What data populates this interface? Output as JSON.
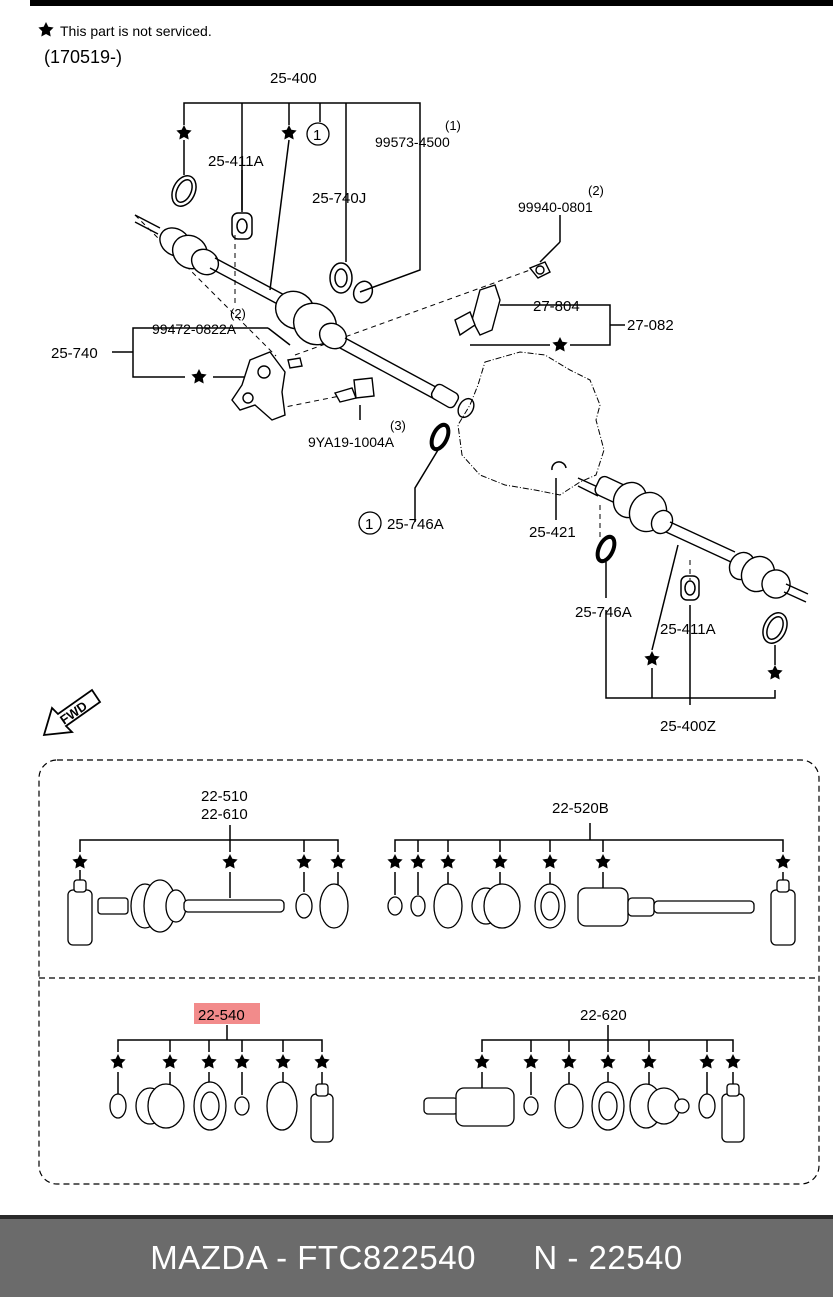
{
  "notes": {
    "star_note": "This part is not serviced.",
    "date_code": "(170519-)"
  },
  "callouts": {
    "c_25_400": "25-400",
    "c_25_411A_top": "25-411A",
    "c_1_top": "1",
    "c_99573": "99573-4500",
    "c_99573_qty": "(1)",
    "c_25_740J": "25-740J",
    "c_99940": "99940-0801",
    "c_99940_qty": "(2)",
    "c_27_804": "27-804",
    "c_27_082": "27-082",
    "c_99472": "99472-0822A",
    "c_99472_qty": "(2)",
    "c_25_740": "25-740",
    "c_9YA19": "9YA19-1004A",
    "c_9YA19_qty": "(3)",
    "c_1_left": "1",
    "c_25_746A_left": "25-746A",
    "c_25_421": "25-421",
    "c_25_746A_right": "25-746A",
    "c_25_411A_right": "25-411A",
    "c_25_400Z": "25-400Z",
    "fwd": "FWD"
  },
  "kits": {
    "k_22_510": "22-510",
    "k_22_610": "22-610",
    "k_22_520B": "22-520B",
    "k_22_540": "22-540",
    "k_22_620": "22-620"
  },
  "colors": {
    "highlight": "#f28b8b",
    "footer_bg": "#6b6b6b",
    "footer_text": "#ffffff"
  },
  "footer": {
    "brand_part": "MAZDA - FTC822540",
    "ref": "N - 22540"
  }
}
